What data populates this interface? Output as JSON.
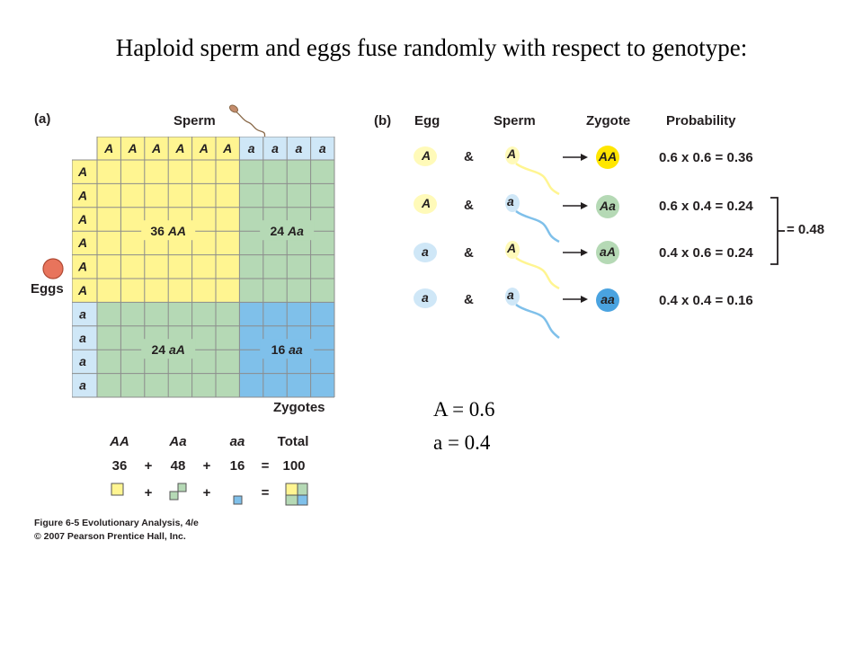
{
  "title": "Haploid sperm and eggs fuse randomly with respect to genotype:",
  "panel_a": {
    "label": "(a)",
    "sperm_label": "Sperm",
    "eggs_label": "Eggs",
    "zygotes_label": "Zygotes",
    "sperm_alleles": [
      "A",
      "A",
      "A",
      "A",
      "A",
      "A",
      "a",
      "a",
      "a",
      "a"
    ],
    "egg_alleles": [
      "A",
      "A",
      "A",
      "A",
      "A",
      "A",
      "a",
      "a",
      "a",
      "a"
    ],
    "quadrants": {
      "AA": {
        "count": "36",
        "genotype": "AA"
      },
      "Aa": {
        "count": "24",
        "genotype": "Aa"
      },
      "aA": {
        "count": "24",
        "genotype": "aA"
      },
      "aa": {
        "count": "16",
        "genotype": "aa"
      }
    },
    "summary": {
      "headers": [
        "AA",
        "Aa",
        "aa",
        "Total"
      ],
      "values": [
        "36",
        "48",
        "16",
        "100"
      ],
      "operators": [
        "+",
        "+",
        "="
      ]
    }
  },
  "panel_b": {
    "label": "(b)",
    "headers": {
      "egg": "Egg",
      "sperm": "Sperm",
      "zygote": "Zygote",
      "probability": "Probability"
    },
    "rows": [
      {
        "egg": "A",
        "amp": "&",
        "sperm": "A",
        "zygote": "AA",
        "probability": "0.6 x 0.6 = 0.36"
      },
      {
        "egg": "A",
        "amp": "&",
        "sperm": "a",
        "zygote": "Aa",
        "probability": "0.6 x 0.4 = 0.24"
      },
      {
        "egg": "a",
        "amp": "&",
        "sperm": "A",
        "zygote": "aA",
        "probability": "0.4 x 0.6 = 0.24"
      },
      {
        "egg": "a",
        "amp": "&",
        "sperm": "a",
        "zygote": "aa",
        "probability": "0.4 x 0.4 = 0.16"
      }
    ],
    "bracket_total": "= 0.48"
  },
  "frequencies": {
    "A": "A = 0.6",
    "a": "a = 0.4"
  },
  "caption": {
    "line1": "Figure 6-5  Evolutionary Analysis, 4/e",
    "line2": "© 2007 Pearson Prentice Hall, Inc."
  },
  "colors": {
    "yellow": "#fff591",
    "green": "#b5d9b5",
    "blue": "#7fc0ea",
    "light_blue": "#cfe7f7",
    "light_yellow": "#fffab9",
    "grid_line": "#8c8c8c",
    "egg_fill": "#e8745c"
  }
}
